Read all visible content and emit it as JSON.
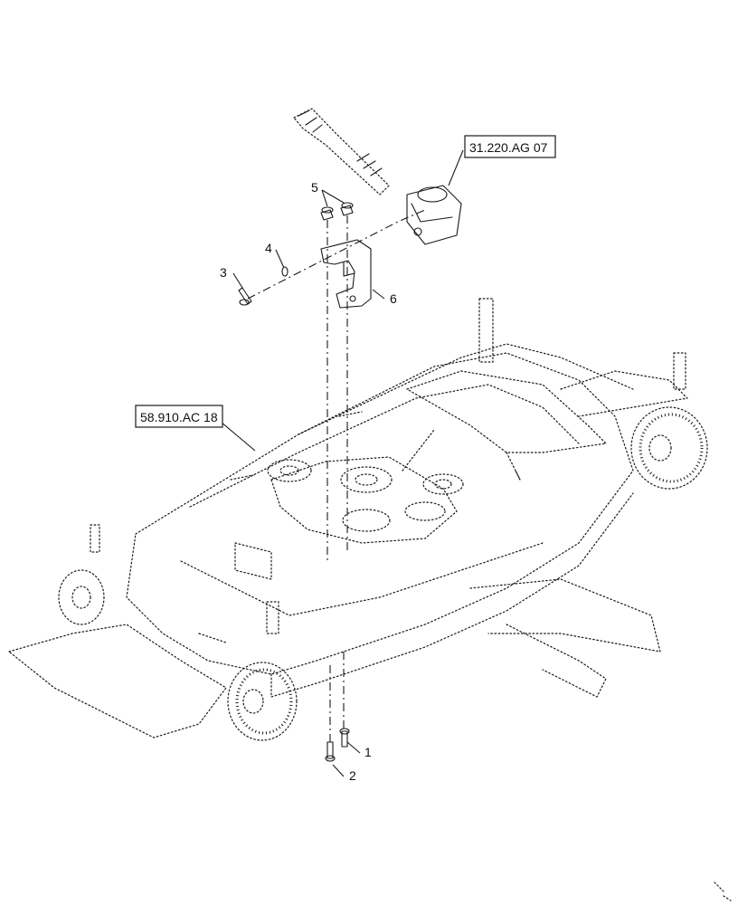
{
  "callouts": [
    "1",
    "2",
    "3",
    "4",
    "5",
    "6"
  ],
  "references": {
    "driveshaft": "31.220.AG 07",
    "deck": "58.910.AC 18"
  },
  "icons": [
    "bolt-icon",
    "washer-icon",
    "nut-icon",
    "bracket-icon",
    "gearbox-icon",
    "driveshaft-icon",
    "wheel-icon"
  ]
}
